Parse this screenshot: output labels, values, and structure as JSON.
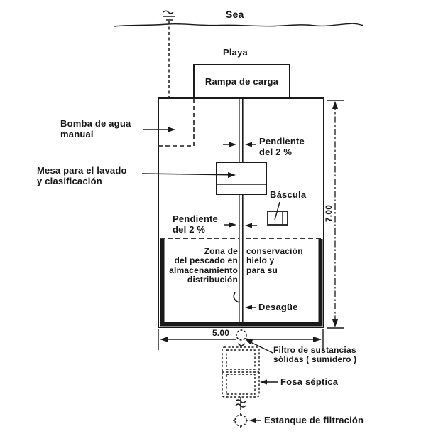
{
  "colors": {
    "ink": "#1a1a1a",
    "paper": "#ffffff"
  },
  "environment": {
    "sea": "Sea",
    "beach": "Playa"
  },
  "ramp": {
    "label": "Rampa de carga"
  },
  "pump": {
    "line1": "Bomba de agua",
    "line2": "manual"
  },
  "slope_upper": {
    "line1": "Pendiente",
    "line2": "del 2 %"
  },
  "washing_table": {
    "line1": "Mesa para el lavado",
    "line2": "y clasificación"
  },
  "scale": {
    "label": "Báscula"
  },
  "slope_lower": {
    "line1": "Pendiente",
    "line2": "del 2 %"
  },
  "storage_zone": {
    "left_lines": [
      "Zona de",
      "del pescado en",
      "almacenamiento",
      "distribución"
    ],
    "right_lines": [
      "conservación",
      "hielo y",
      "para su"
    ]
  },
  "drain": {
    "label": "Desagüe"
  },
  "dimensions": {
    "height_m": "7.00",
    "width_m": "5.00"
  },
  "filter": {
    "line1": "Filtro de sustancias",
    "line2": "sólidas ( sumidero )"
  },
  "septic_tank": {
    "label": "Fosa séptica"
  },
  "filtration_pond": {
    "label": "Estanque de filtración"
  }
}
